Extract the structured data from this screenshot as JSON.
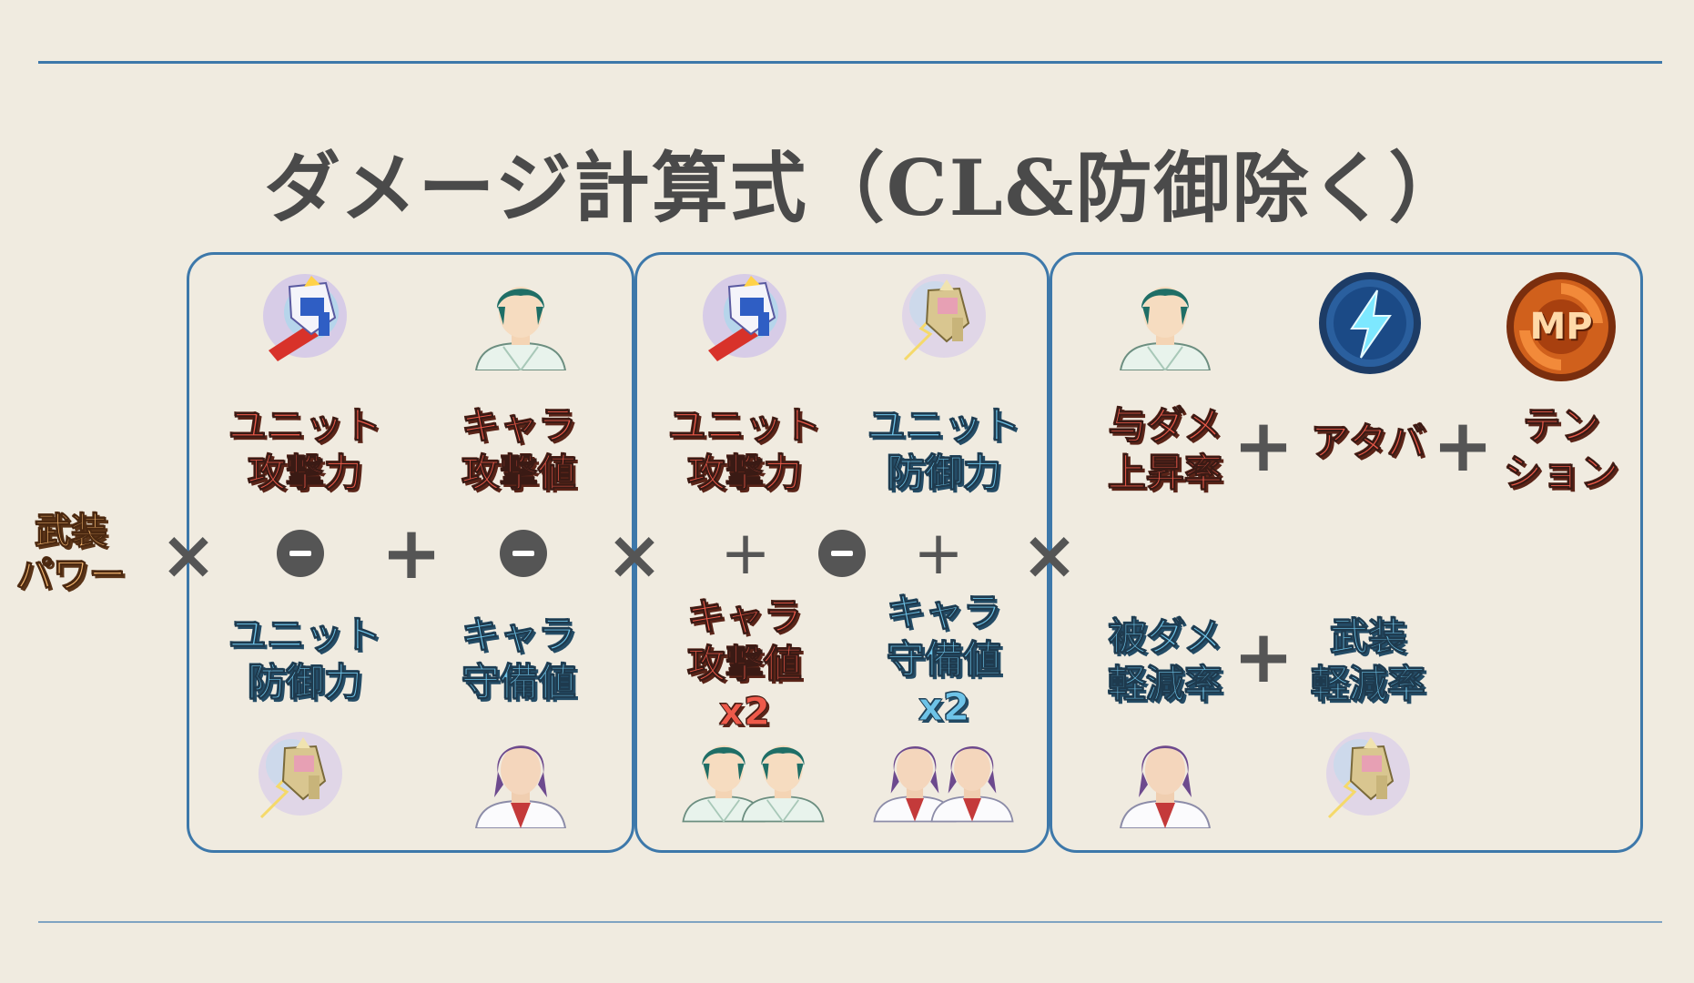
{
  "title": "ダメージ計算式（CL&防御除く）",
  "weapon_power": [
    "武装",
    "パワー"
  ],
  "group1": {
    "top_left": [
      "ユニット",
      "攻撃力"
    ],
    "top_right": [
      "キャラ",
      "攻撃値"
    ],
    "bottom_left": [
      "ユニット",
      "防御力"
    ],
    "bottom_right": [
      "キャラ",
      "守備値"
    ]
  },
  "group2": {
    "top_left": [
      "ユニット",
      "攻撃力"
    ],
    "top_right": [
      "ユニット",
      "防御力"
    ],
    "bottom_left": [
      "キャラ",
      "攻撃値",
      "x2"
    ],
    "bottom_right": [
      "キャラ",
      "守備値",
      "x2"
    ]
  },
  "group3": {
    "top_1": [
      "与ダメ",
      "上昇率"
    ],
    "top_2": [
      "アタバ"
    ],
    "top_3": [
      "テン",
      "ション"
    ],
    "bottom_1": [
      "被ダメ",
      "軽減率"
    ],
    "bottom_2": [
      "武装",
      "軽減率"
    ],
    "mp_badge": "MP"
  },
  "colors": {
    "accent": "#3d78aa",
    "attack_label": "#ee5a4a",
    "defense_label": "#6ec3e8",
    "weapon_label": "#f5b770",
    "operator": "#555555"
  }
}
